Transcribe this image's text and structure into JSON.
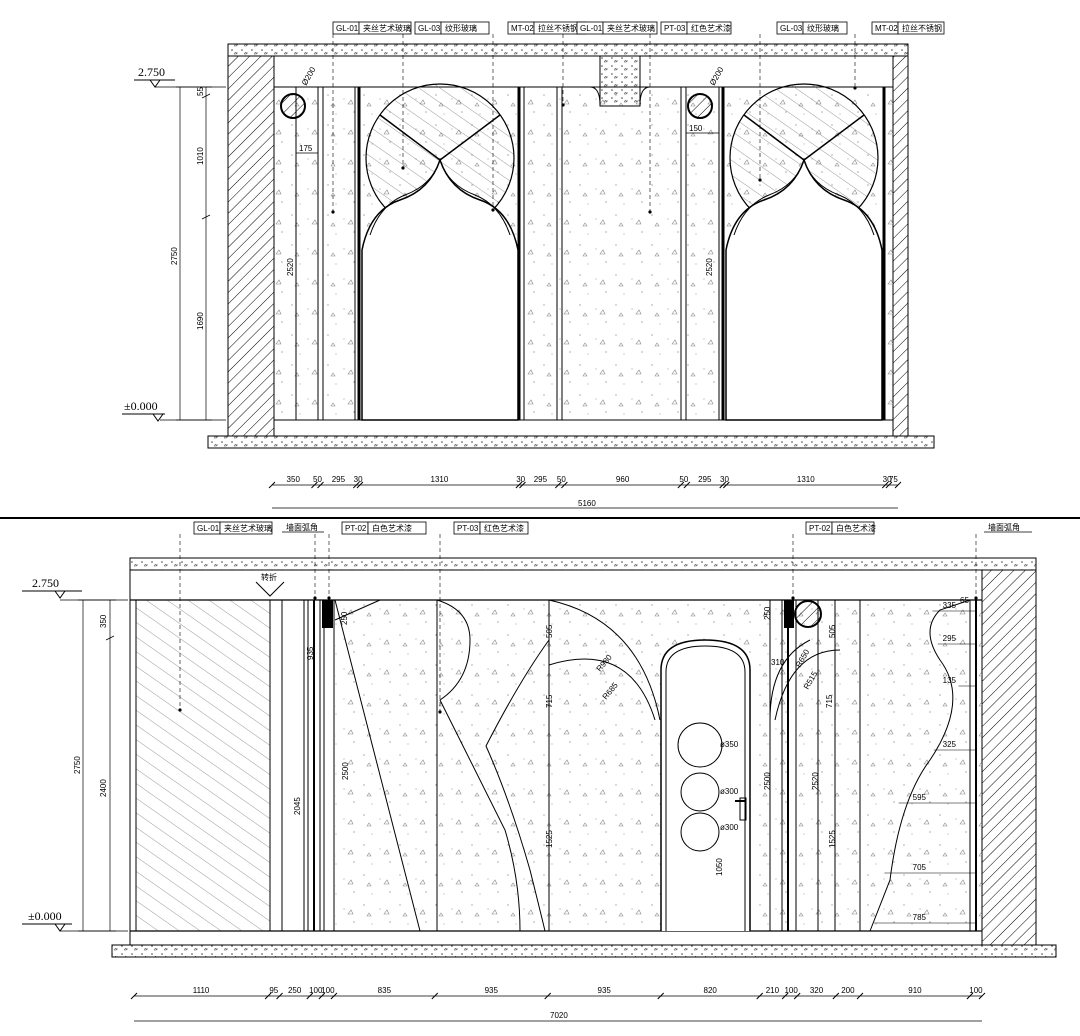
{
  "elevation_a": {
    "tags": [
      {
        "code": "GL-01",
        "name": "夹丝艺术玻璃"
      },
      {
        "code": "GL-03",
        "name": "纹形玻璃"
      },
      {
        "code": "MT-02",
        "name": "拉丝不锈钢"
      },
      {
        "code": "GL-01",
        "name": "夹丝艺术玻璃"
      },
      {
        "code": "PT-03",
        "name": "红色艺术漆"
      },
      {
        "code": "GL-03",
        "name": "纹形玻璃"
      },
      {
        "code": "MT-02",
        "name": "拉丝不锈钢"
      }
    ],
    "levels": {
      "top": "2.750",
      "bottom": "±0.000"
    },
    "vertical_dims": {
      "top_gap": "55",
      "upper": "1010",
      "lower": "1690",
      "total": "2750"
    },
    "inner_dims": {
      "pipe_left": "Ø200",
      "pipe_right": "Ø200",
      "inset_left": "175",
      "inset_right": "150",
      "height_left": "2520",
      "height_right": "2520"
    },
    "bottom_dims": [
      "350",
      "50",
      "295",
      "30",
      "1310",
      "30",
      "295",
      "50",
      "960",
      "50",
      "295",
      "30",
      "1310",
      "30",
      "75"
    ],
    "overall": "5160"
  },
  "elevation_b": {
    "tags": [
      {
        "code": "GL-01",
        "name": "夹丝艺术玻璃"
      },
      {
        "code": "",
        "name": "墙面弧角"
      },
      {
        "code": "PT-02",
        "name": "白色艺术漆"
      },
      {
        "code": "PT-03",
        "name": "红色艺术漆"
      },
      {
        "code": "PT-02",
        "name": "白色艺术漆"
      },
      {
        "code": "",
        "name": "墙面弧角"
      }
    ],
    "fold_label": "转折",
    "levels": {
      "top": "2.750",
      "bottom": "±0.000"
    },
    "vertical_dims": {
      "upper": "350",
      "lower": "2400",
      "total": "2750"
    },
    "inner_dims": {
      "d250a": "250",
      "d935": "935",
      "d2045": "2045",
      "d2500a": "2500",
      "d505a": "505",
      "d715a": "715",
      "d1525a": "1525",
      "r980": "R980",
      "r685": "R685",
      "d250b": "250",
      "d310": "310",
      "r650": "R650",
      "r515": "R515",
      "d505b": "505",
      "d715b": "715",
      "d2500b": "2500",
      "d2520": "2520",
      "d1525b": "1525",
      "d1050": "1050",
      "circle1": "ø350",
      "circle2": "ø300",
      "circle3": "ø300",
      "d65": "65",
      "offsets": [
        "335",
        "295",
        "135",
        "325",
        "595",
        "705",
        "785"
      ]
    },
    "bottom_dims": [
      "1110",
      "95",
      "250",
      "100",
      "100",
      "835",
      "935",
      "935",
      "820",
      "210",
      "100",
      "320",
      "200",
      "910",
      "100"
    ],
    "overall": "7020"
  }
}
